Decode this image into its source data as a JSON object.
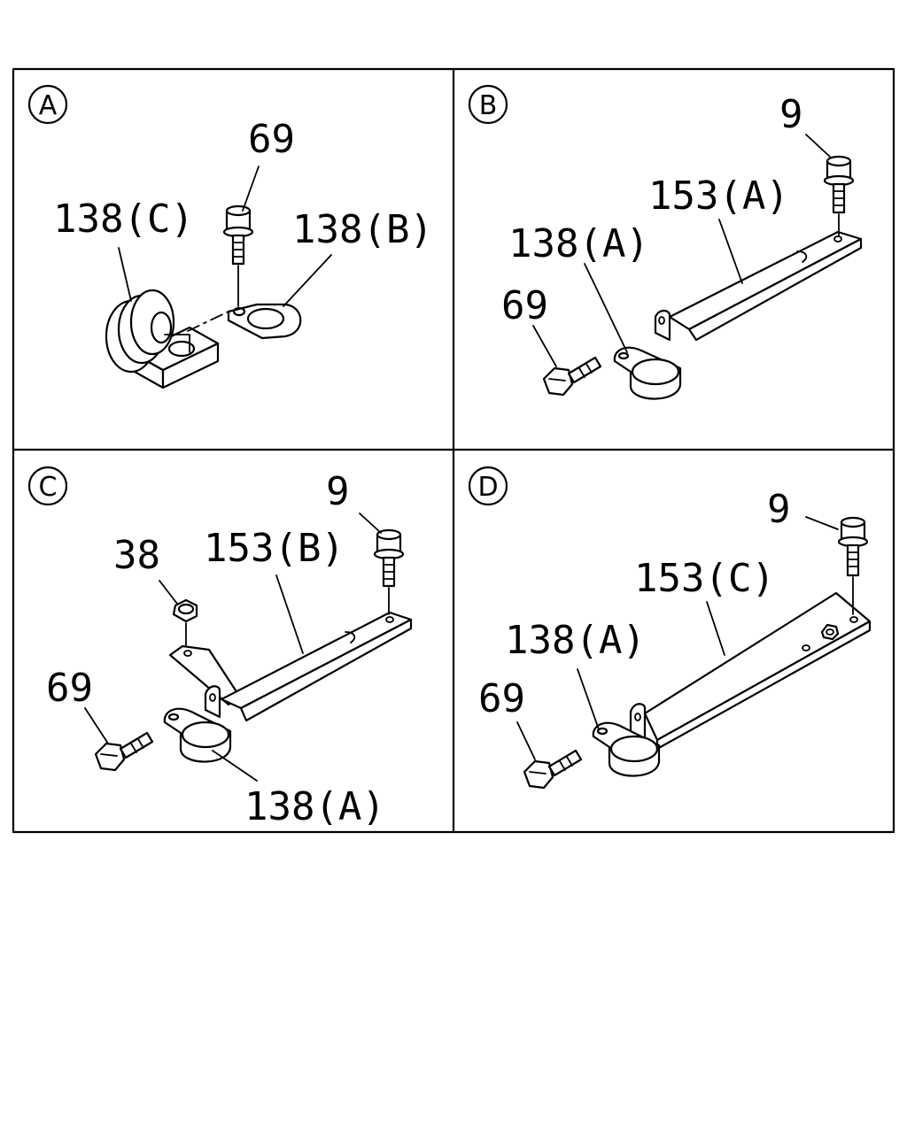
{
  "panels": [
    {
      "id": "A",
      "labels": [
        "69",
        "138(C)",
        "138(B)"
      ]
    },
    {
      "id": "B",
      "labels": [
        "9",
        "153(A)",
        "138(A)",
        "69"
      ]
    },
    {
      "id": "C",
      "labels": [
        "9",
        "38",
        "153(B)",
        "69",
        "138(A)"
      ]
    },
    {
      "id": "D",
      "labels": [
        "9",
        "153(C)",
        "138(A)",
        "69"
      ]
    }
  ],
  "colors": {
    "line": "#000000",
    "background": "#ffffff"
  }
}
